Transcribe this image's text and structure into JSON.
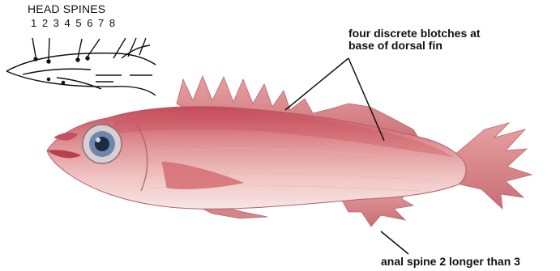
{
  "diagram": {
    "title": "HEAD SPINES",
    "spine_numbers": "1 2 3 4 5 6 7 8"
  },
  "annotations": {
    "dorsal": "four discrete blotches at\nbase of dorsal fin",
    "anal": "anal spine 2 longer than 3"
  },
  "colors": {
    "fish_body": "#e6a7a2",
    "fish_back": "#cf5a5d",
    "fin": "#d27f82",
    "eye": "#7a8fb5"
  }
}
